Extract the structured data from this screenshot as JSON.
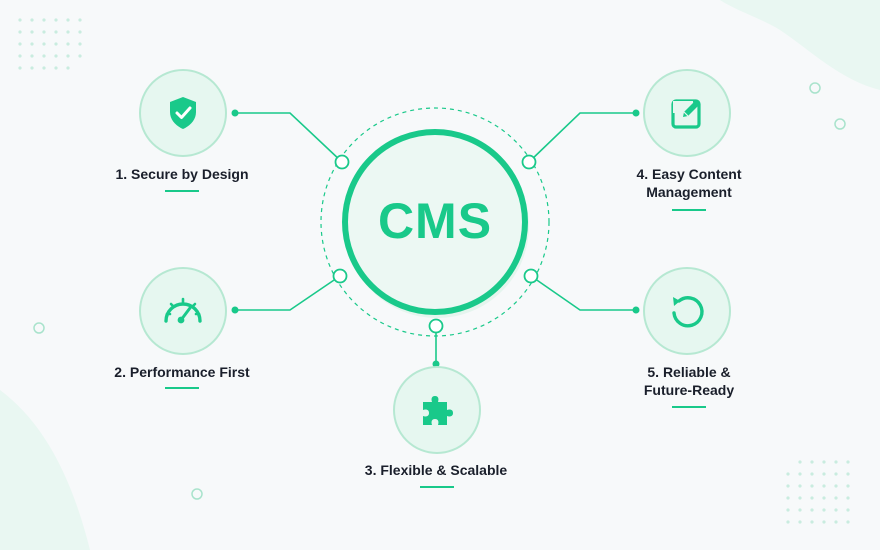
{
  "center": {
    "title": "CMS"
  },
  "items": [
    {
      "number": "1.",
      "line1": "Secure by Design",
      "line2": "",
      "icon": "shield-check-icon"
    },
    {
      "number": "2.",
      "line1": "Performance First",
      "line2": "",
      "icon": "speedometer-icon"
    },
    {
      "number": "3.",
      "line1": "Flexible & Scalable",
      "line2": "",
      "icon": "puzzle-icon"
    },
    {
      "number": "4.",
      "line1": "Easy Content",
      "line2": "Management",
      "icon": "edit-icon"
    },
    {
      "number": "5.",
      "line1": "Reliable &",
      "line2": "Future-Ready",
      "icon": "refresh-icon"
    }
  ],
  "colors": {
    "accent": "#19c98a",
    "text": "#1a1f2b",
    "circle_fill": "#e6f7f0",
    "background": "#f7f9fa"
  }
}
